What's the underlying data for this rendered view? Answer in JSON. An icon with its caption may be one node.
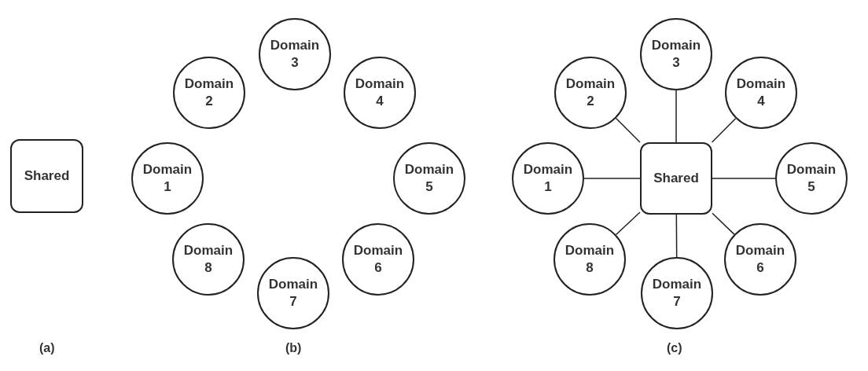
{
  "diagram": {
    "nodes": [
      {
        "text": [
          "Shared"
        ]
      },
      {
        "text": [
          "Domain 3"
        ]
      },
      {
        "text": [
          "Domain 2"
        ]
      },
      {
        "text": [
          "Domain 4"
        ]
      },
      {
        "text": [
          "Domain 1"
        ]
      },
      {
        "text": [
          "Domain 5"
        ]
      },
      {
        "text": [
          "Domain 8"
        ]
      },
      {
        "text": [
          "Domain 6"
        ]
      },
      {
        "text": [
          "Domain 7"
        ]
      },
      {
        "text": [
          "Domain 3"
        ]
      },
      {
        "text": [
          "Domain 2"
        ]
      },
      {
        "text": [
          "Domain 4"
        ]
      },
      {
        "text": [
          "Domain 1"
        ]
      },
      {
        "text": [
          "Shared"
        ]
      },
      {
        "text": [
          "Domain 5"
        ]
      },
      {
        "text": [
          "Domain 8"
        ]
      },
      {
        "text": [
          "Domain 6"
        ]
      },
      {
        "text": [
          "Domain 7"
        ]
      }
    ],
    "edges": [
      {
        "from": 13,
        "to": 9,
        "arrow": "none"
      },
      {
        "from": 13,
        "to": 10,
        "arrow": "none"
      },
      {
        "from": 13,
        "to": 11,
        "arrow": "none"
      },
      {
        "from": 13,
        "to": 12,
        "arrow": "none"
      },
      {
        "from": 13,
        "to": 14,
        "arrow": "none"
      },
      {
        "from": 13,
        "to": 15,
        "arrow": "none"
      },
      {
        "from": 13,
        "to": 16,
        "arrow": "none"
      },
      {
        "from": 13,
        "to": 17,
        "arrow": "none"
      }
    ],
    "labels": [
      "(a)",
      "(b)",
      "(c)"
    ]
  }
}
